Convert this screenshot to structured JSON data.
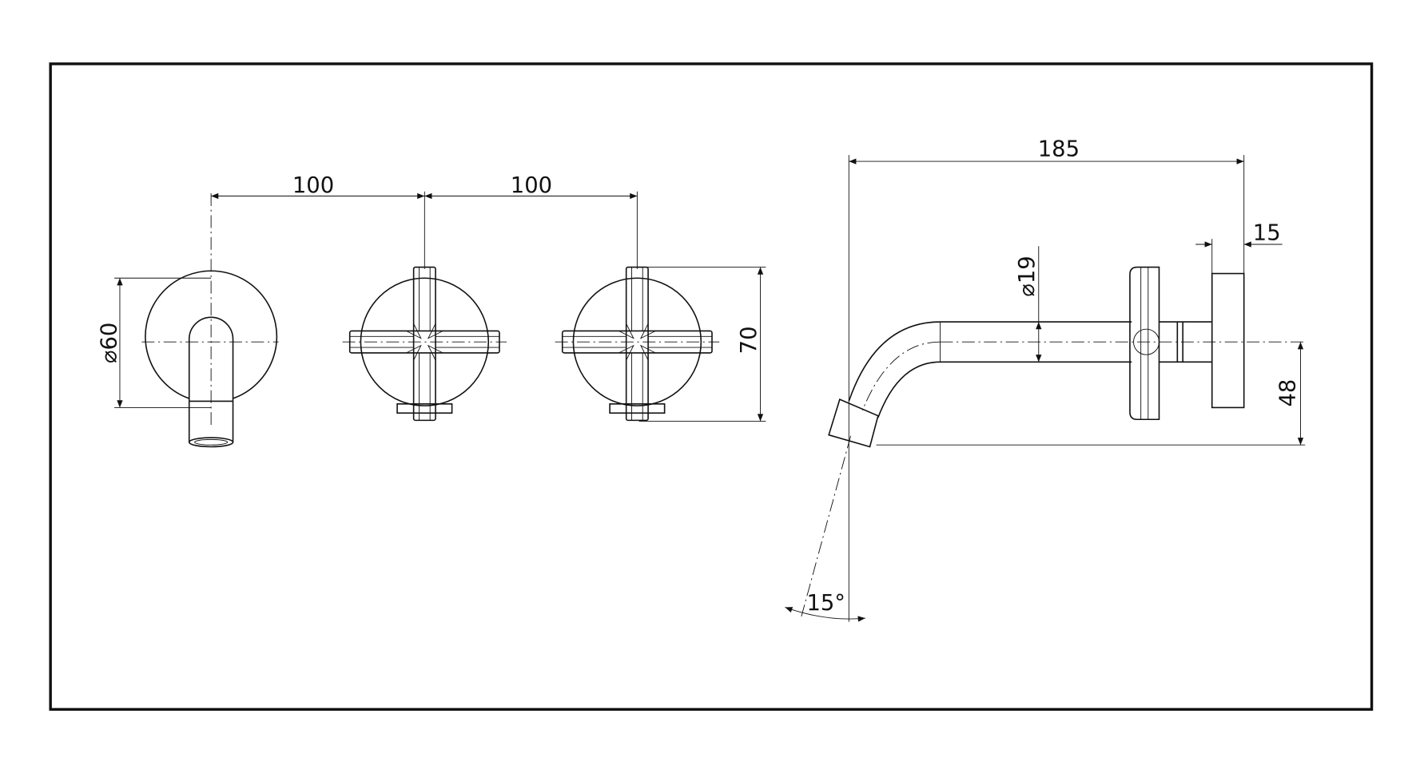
{
  "dimensions": {
    "spacing_left": "100",
    "spacing_right": "100",
    "plate_diameter": "⌀60",
    "handle_height": "70",
    "spout_length": "185",
    "plate_thickness": "15",
    "pipe_diameter": "⌀19",
    "outlet_height": "48",
    "spout_angle": "15°"
  },
  "colors": {
    "line": "#111111",
    "background": "#ffffff"
  }
}
